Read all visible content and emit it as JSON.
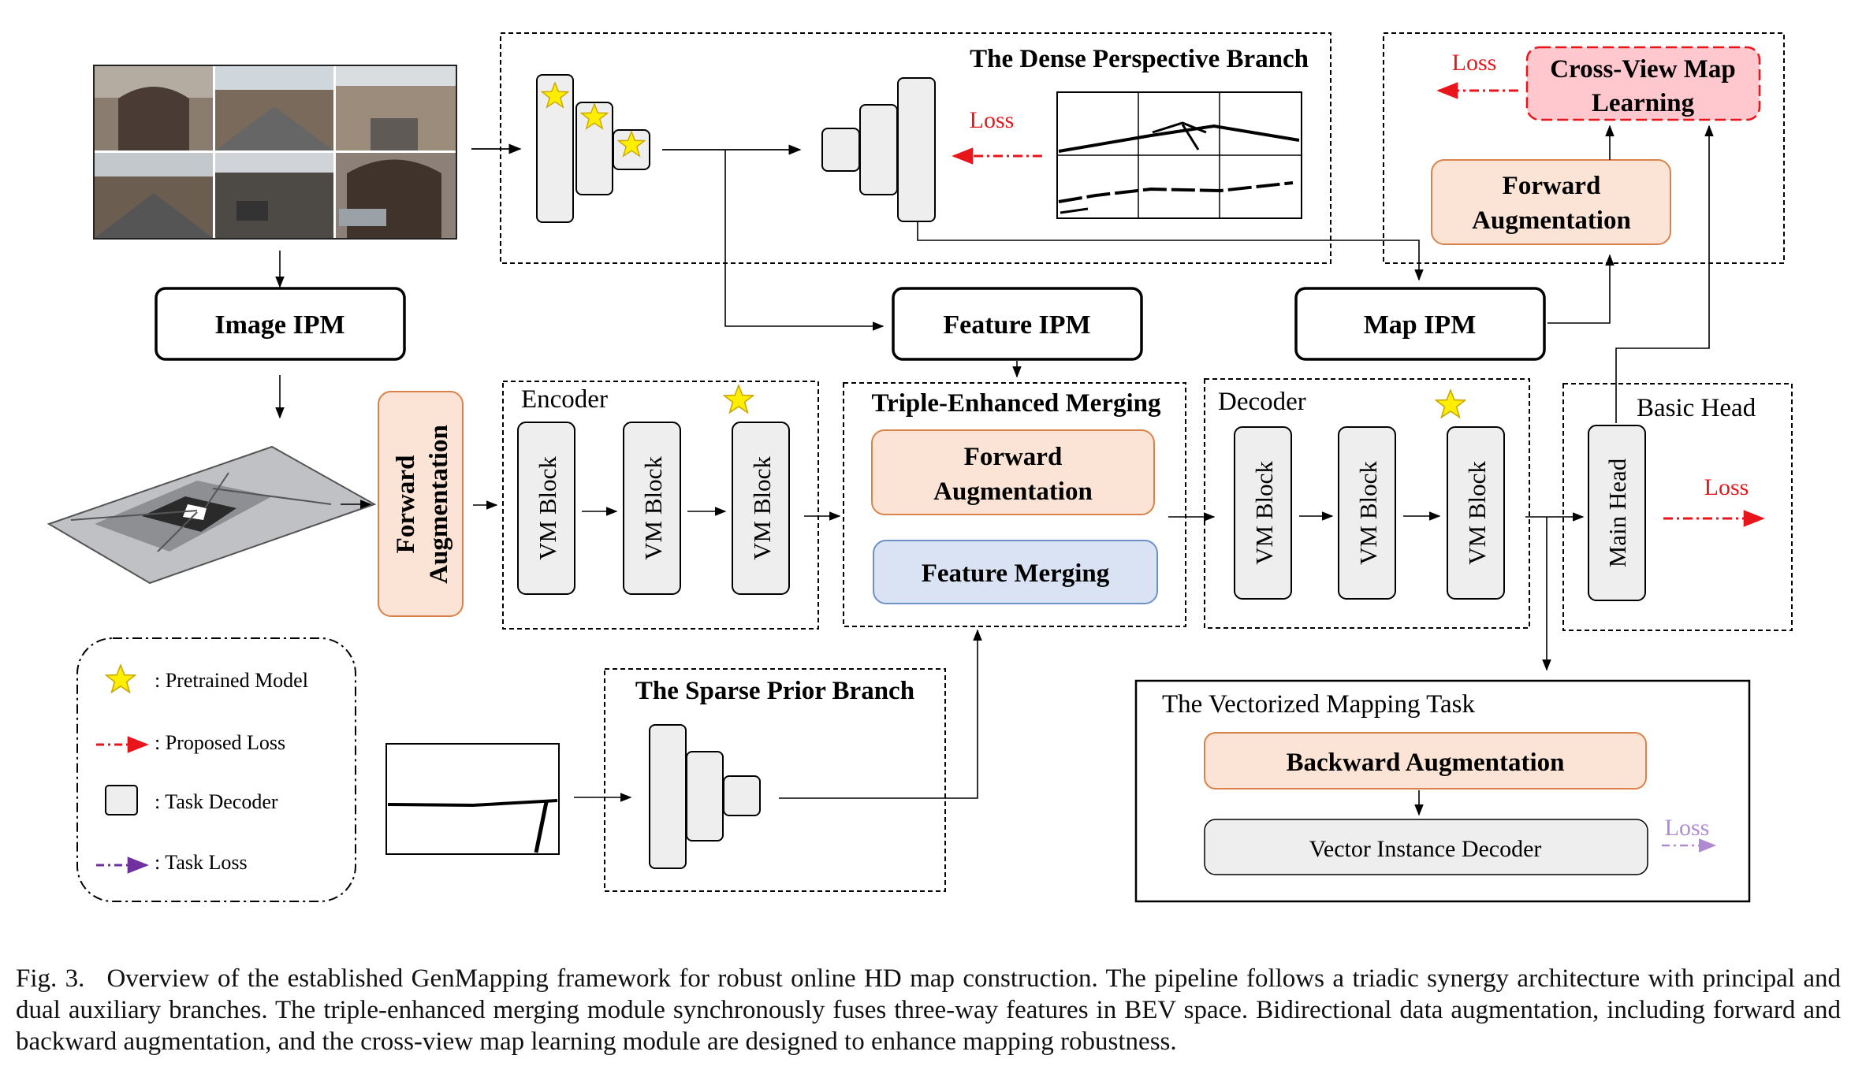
{
  "figure": {
    "dense_branch_title": "The Dense Perspective Branch",
    "sparse_branch_title": "The Sparse Prior Branch",
    "image_ipm": "Image IPM",
    "feature_ipm": "Feature IPM",
    "map_ipm": "Map IPM",
    "forward_augmentation_left": [
      "Forward",
      "Augmentation"
    ],
    "encoder_label": "Encoder",
    "decoder_label": "Decoder",
    "vm_block": "VM Block",
    "triple_merging_title": "Triple-Enhanced Merging",
    "forward_augmentation_merge": [
      "Forward",
      "Augmentation"
    ],
    "feature_merging": "Feature Merging",
    "basic_head_label": "Basic Head",
    "main_head": "Main Head",
    "cross_view": [
      "Cross-View Map",
      "Learning"
    ],
    "forward_augmentation_top": [
      "Forward",
      "Augmentation"
    ],
    "loss": "Loss",
    "vectorized_task_title": "The Vectorized Mapping Task",
    "backward_augmentation": "Backward  Augmentation",
    "vector_decoder": "Vector Instance Decoder"
  },
  "legend": {
    "pretrained": ": Pretrained Model",
    "proposed_loss": ": Proposed Loss",
    "task_decoder": ": Task Decoder",
    "task_loss": ": Task Loss"
  },
  "caption": {
    "fig_number": "Fig. 3.",
    "text": "Overview of the established GenMapping framework for robust online HD map construction. The pipeline follows a triadic synergy architecture with principal and dual auxiliary branches. The triple-enhanced merging module synchronously fuses three-way features in BEV space. Bidirectional data augmentation, including forward and backward augmentation, and the cross-view map learning module are designed to enhance mapping robustness."
  },
  "colors": {
    "loss_red": "#e8161b",
    "task_loss_purple": "#7030a0",
    "star_yellow": "#ffee00",
    "augmentation_fill": "#fbe4d5",
    "augmentation_stroke": "#d9824b",
    "merging_fill": "#dae3f3",
    "merging_stroke": "#6f8fc7",
    "crossview_fill": "#ffc7ce",
    "decoder_fill": "#eeeeee"
  }
}
